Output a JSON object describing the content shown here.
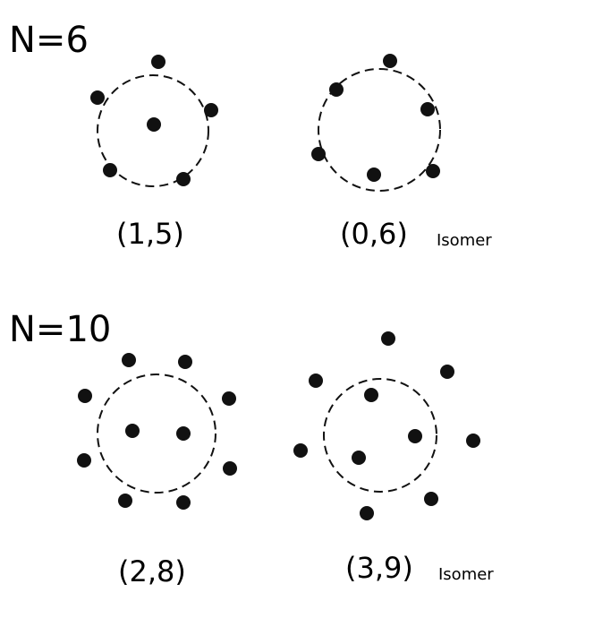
{
  "colors": {
    "ink": "#111111",
    "background": "#ffffff"
  },
  "sections": [
    {
      "title": "N=6",
      "configs": [
        {
          "label": "(1,5)",
          "note": ""
        },
        {
          "label": "(0,6)",
          "note": "Isomer"
        }
      ]
    },
    {
      "title": "N=10",
      "configs": [
        {
          "label": "(2,8)",
          "note": ""
        },
        {
          "label": "(3,9)",
          "note": "Isomer"
        }
      ]
    }
  ]
}
